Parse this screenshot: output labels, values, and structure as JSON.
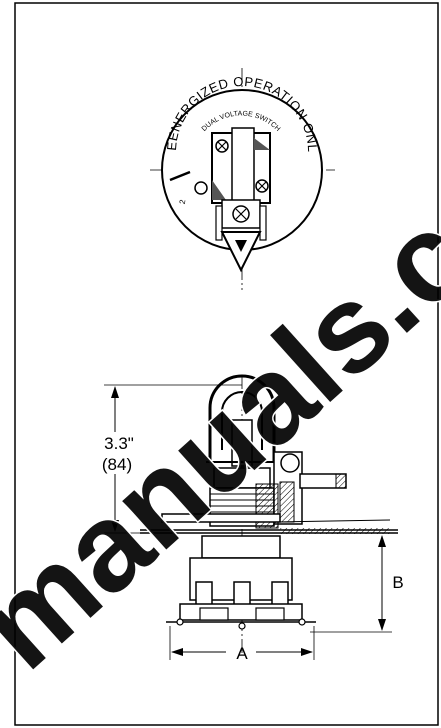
{
  "switch_face": {
    "arc_text": "DEENERGIZED OPERATION ONLY",
    "sub_text": "DUAL VOLTAGE SWITCH",
    "position_mark": "2"
  },
  "dimensions": {
    "height_inches": "3.3\"",
    "height_mm": "(84)",
    "width_label": "A",
    "depth_label": "B"
  },
  "watermark": "manuals.co"
}
